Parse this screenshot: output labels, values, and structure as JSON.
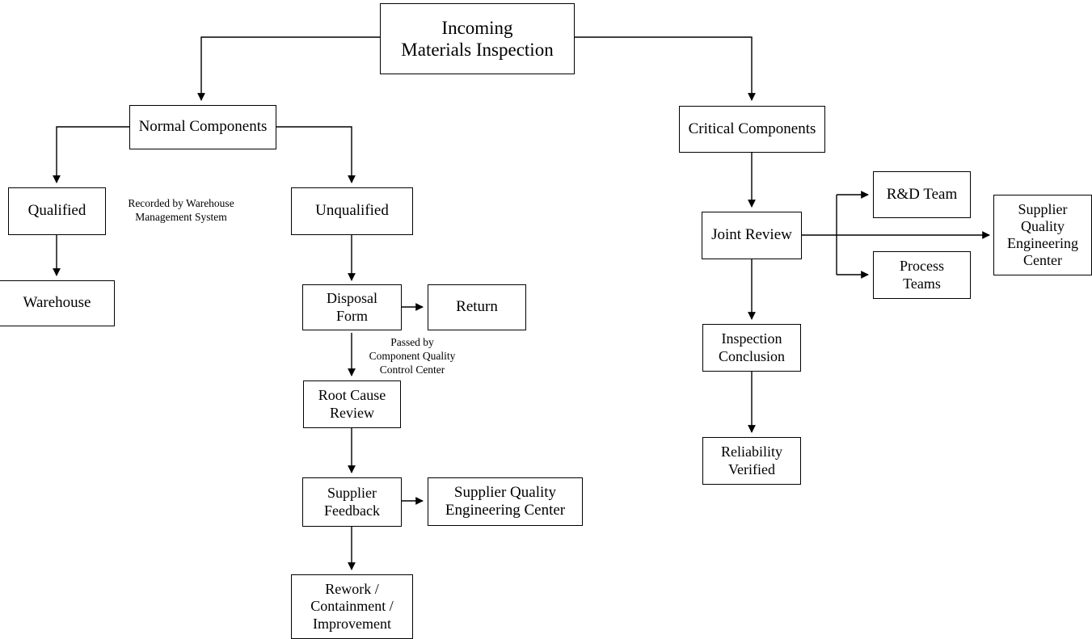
{
  "diagram": {
    "title": "Incoming Materials Inspection",
    "type": "flowchart",
    "orientation": "top-down",
    "colors": {
      "background": "#ffffff",
      "node_border": "#000000",
      "node_fill": "#ffffff",
      "text": "#000000",
      "edge": "#000000"
    }
  },
  "nodes": {
    "incoming_materials_inspection": "Incoming\nMaterials Inspection",
    "normal_components": "Normal Components",
    "critical_components": "Critical Components",
    "qualified": "Qualified",
    "unqualified": "Unqualified",
    "warehouse": "Warehouse",
    "disposal_form": "Disposal\nForm",
    "return": "Return",
    "root_cause_review": "Root Cause\nReview",
    "supplier_feedback": "Supplier\nFeedback",
    "supplier_quality_engineering_center_left": "Supplier Quality\nEngineering Center",
    "rework_containment_improvement": "Rework /\nContainment /\nImprovement",
    "joint_review": "Joint Review",
    "rd_team": "R&D Team",
    "process_teams": "Process\nTeams",
    "supplier_quality_engineering_center_right": "Supplier\nQuality\nEngineering\nCenter",
    "inspection_conclusion": "Inspection\nConclusion",
    "reliability_verified": "Reliability\nVerified"
  },
  "edge_labels": {
    "recorded_by_wms": "Recorded by Warehouse\nManagement System",
    "passed_by_cqcc": "Passed by\nComponent Quality\nControl Center"
  }
}
